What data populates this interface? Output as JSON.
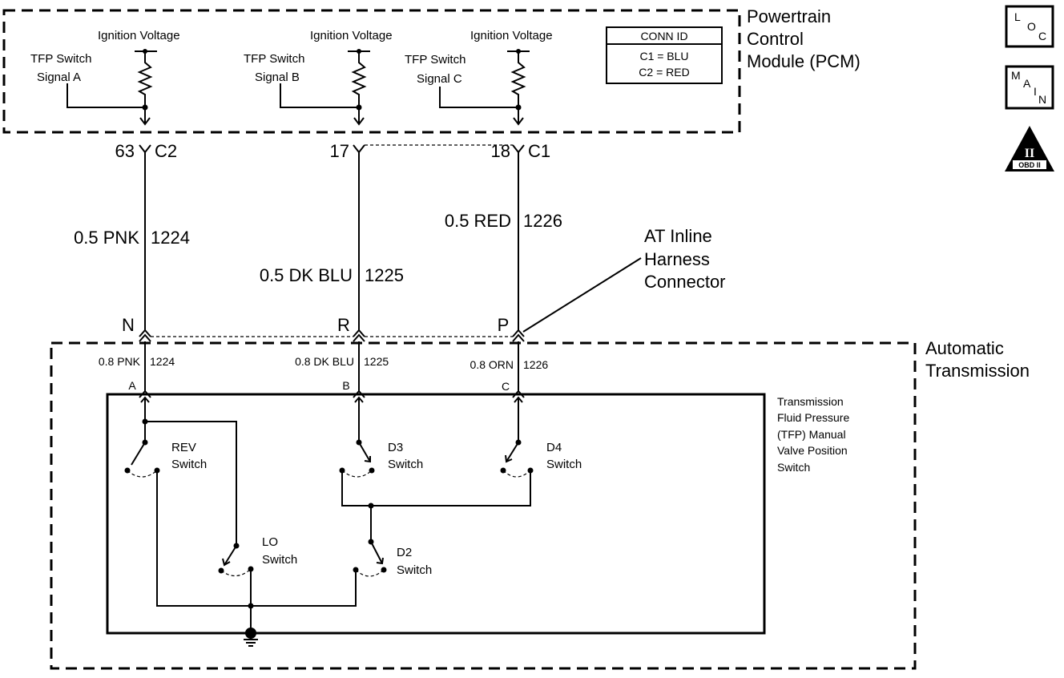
{
  "pcm": {
    "title_lines": [
      "Powertrain",
      "Control",
      "Module (PCM)"
    ],
    "ignition_voltage": [
      "Ignition Voltage",
      "Ignition Voltage",
      "Ignition Voltage"
    ],
    "signal_a": [
      "TFP Switch",
      "Signal A"
    ],
    "signal_b": [
      "TFP Switch",
      "Signal B"
    ],
    "signal_c": [
      "TFP Switch",
      "Signal C"
    ],
    "conn_id": {
      "header": "CONN ID",
      "rows": [
        "C1 = BLU",
        "C2 = RED"
      ]
    }
  },
  "pcm_pins": [
    {
      "pin": "63",
      "conn": "C2"
    },
    {
      "pin": "17",
      "conn": ""
    },
    {
      "pin": "18",
      "conn": "C1"
    }
  ],
  "wires_upper": [
    {
      "size_color": "0.5 PNK",
      "circuit": "1224"
    },
    {
      "size_color": "0.5 DK BLU",
      "circuit": "1225"
    },
    {
      "size_color": "0.5 RED",
      "circuit": "1226"
    }
  ],
  "inline_connector": {
    "label_lines": [
      "AT Inline",
      "Harness",
      "Connector"
    ],
    "pins": [
      "N",
      "R",
      "P"
    ]
  },
  "wires_lower": [
    {
      "size_color": "0.8 PNK",
      "circuit": "1224"
    },
    {
      "size_color": "0.8 DK BLU",
      "circuit": "1225"
    },
    {
      "size_color": "0.8 ORN",
      "circuit": "1226"
    }
  ],
  "switch_pins": [
    "A",
    "B",
    "C"
  ],
  "transmission": {
    "title_lines": [
      "Automatic",
      "Transmission"
    ],
    "switch_assembly_lines": [
      "Transmission",
      "Fluid Pressure",
      "(TFP) Manual",
      "Valve Position",
      "Switch"
    ]
  },
  "switches": {
    "rev": [
      "REV",
      "Switch"
    ],
    "d3": [
      "D3",
      "Switch"
    ],
    "d4": [
      "D4",
      "Switch"
    ],
    "lo": [
      "LO",
      "Switch"
    ],
    "d2": [
      "D2",
      "Switch"
    ]
  },
  "side_icons": {
    "loc": [
      "L",
      "O",
      "C"
    ],
    "main": [
      "M",
      "A",
      "I",
      "N"
    ],
    "obd": [
      "II",
      "OBD II"
    ]
  }
}
